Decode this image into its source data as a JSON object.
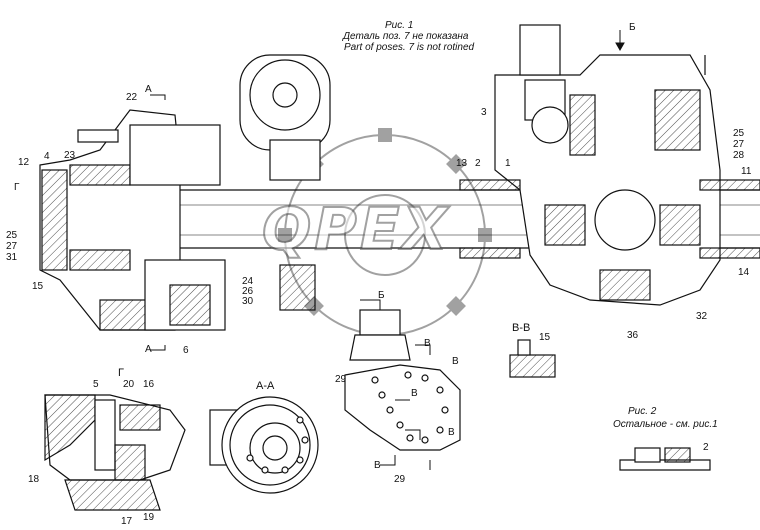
{
  "figure1": {
    "title": "Рис. 1",
    "note_ru": "Деталь поз. 7 не показана",
    "note_en": "Part of poses. 7 is not rotined"
  },
  "figure2": {
    "title": "Рис. 2",
    "note": "Остальное - см. рис.1"
  },
  "watermark": "QPEX",
  "views": {
    "aa": "А-А",
    "vv": "В-В",
    "g": "Г",
    "b_top": "Б",
    "b_mid": "Б"
  },
  "labels": {
    "l22": "22",
    "l_a_top": "А",
    "l3": "3",
    "l_b_arrow": "Б",
    "l25r": "25",
    "l27r": "27",
    "l28": "28",
    "l11": "11",
    "l12": "12",
    "l4": "4",
    "l23": "23",
    "l13": "13",
    "l2": "2",
    "l1": "1",
    "l_g_left": "Г",
    "l25l": "25",
    "l27l": "27",
    "l31": "31",
    "l15": "15",
    "l24": "24",
    "l26": "26",
    "l30": "30",
    "l14": "14",
    "l_a_bot": "А",
    "l6": "6",
    "l32": "32",
    "l36": "36",
    "l15b": "15",
    "l29a": "29",
    "l29b": "29",
    "l_v1": "В",
    "l_v2": "В",
    "l_v3": "В",
    "l_v4": "В",
    "l_v5": "В",
    "l5": "5",
    "l20": "20",
    "l16": "16",
    "l18": "18",
    "l17": "17",
    "l19": "19",
    "l2b": "2"
  }
}
